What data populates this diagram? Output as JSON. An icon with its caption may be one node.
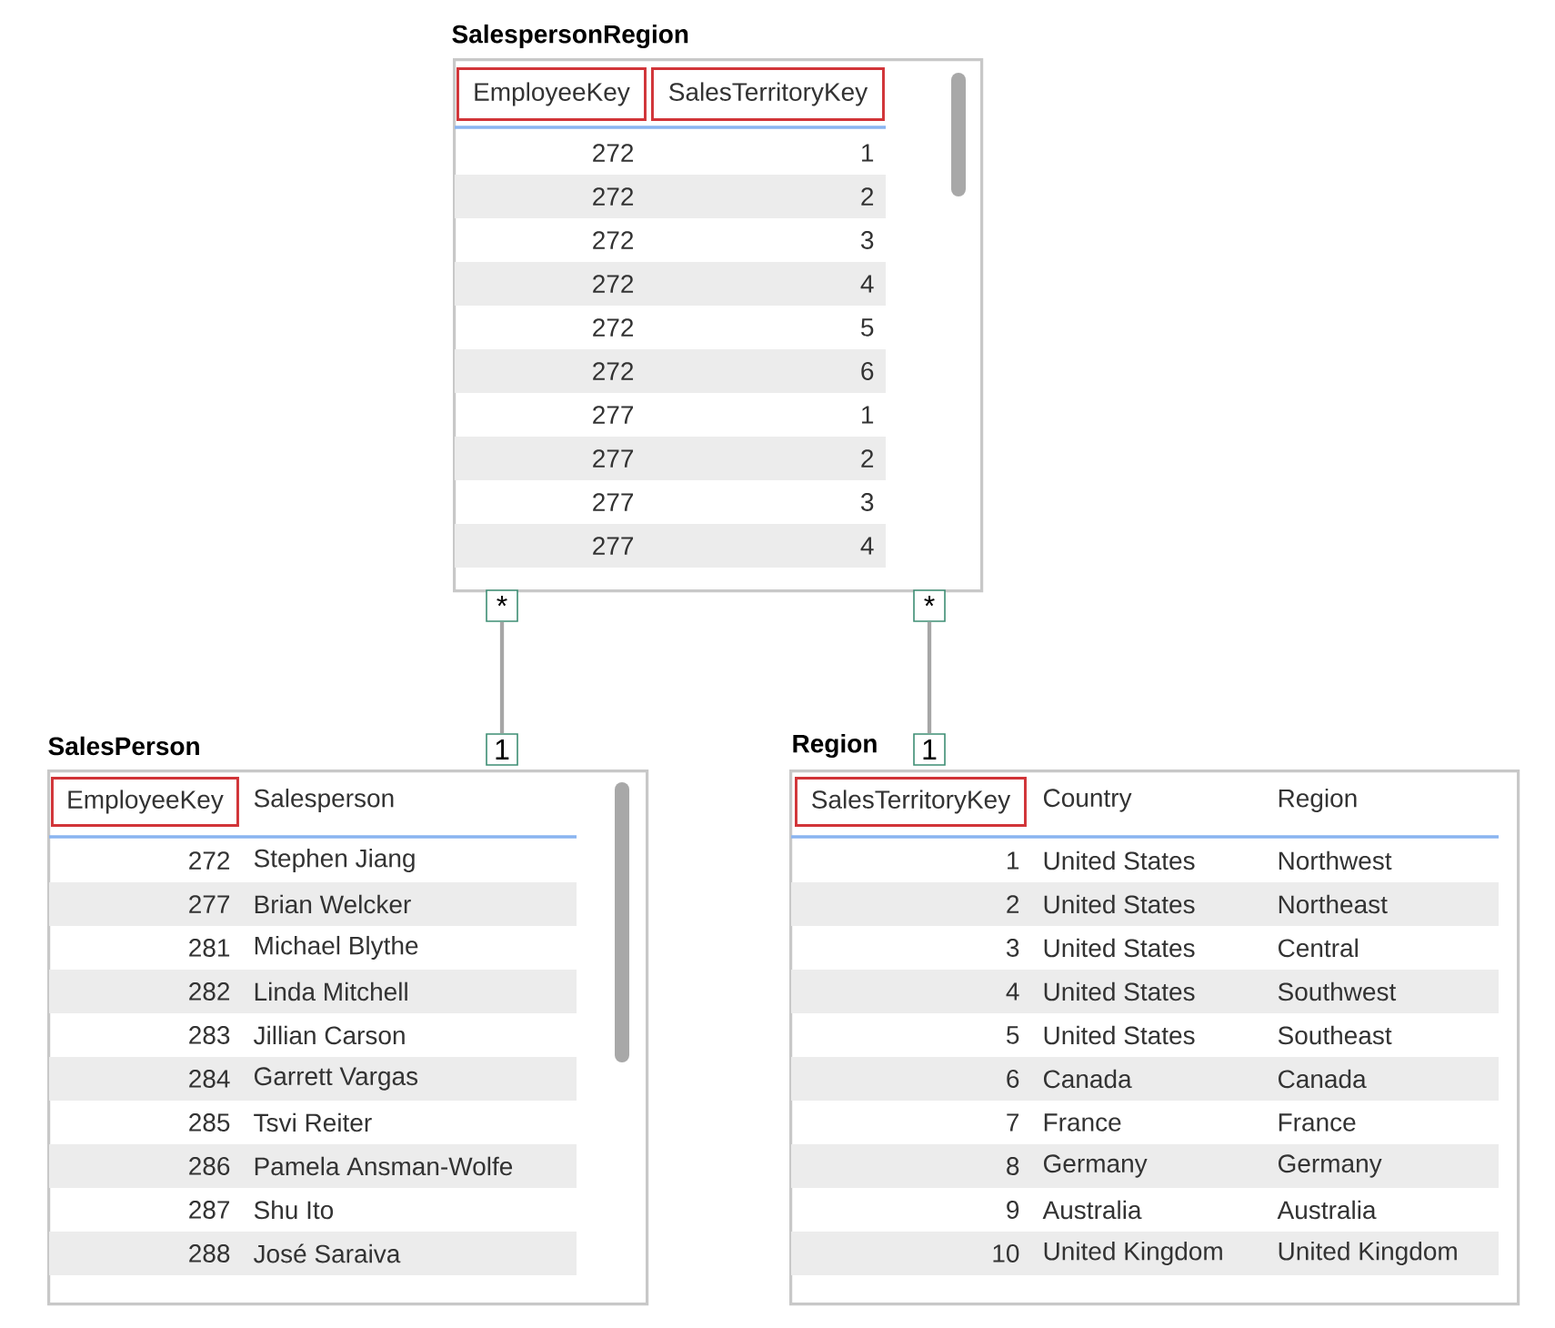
{
  "diagram": {
    "nodes": [
      {
        "text": [
          "SalespersonRegion",
          "272",
          "1",
          "272",
          "2",
          "272",
          "3",
          "272",
          "4",
          "272",
          "5",
          "272",
          "6",
          "277",
          "1",
          "277",
          "2",
          "277",
          "3",
          "277",
          "4"
        ]
      },
      {
        "text": [
          "EmployeeKey"
        ],
        "in": 0
      },
      {
        "text": [
          "SalesTerritoryKey"
        ],
        "in": 0
      },
      {
        "text": [
          "*"
        ]
      },
      {
        "text": [
          "*"
        ]
      },
      {
        "text": [
          "1"
        ]
      },
      {
        "text": [
          "1"
        ]
      },
      {
        "text": [
          "SalesPerson",
          "Salesperson",
          "272",
          "Stephen Jiang",
          "277",
          "Brian Welcker",
          "281",
          "Michael Blythe",
          "282",
          "Linda Mitchell",
          "283",
          "Jillian Carson",
          "284",
          "Garrett Vargas",
          "285",
          "Tsvi Reiter",
          "286",
          "Pamela Ansman-Wolfe",
          "287",
          "Shu Ito",
          "288",
          "José Saraiva"
        ]
      },
      {
        "text": [
          "EmployeeKey"
        ],
        "in": 7
      },
      {
        "text": [
          "Region",
          "Country",
          "Region",
          "1",
          "United States",
          "Northwest",
          "2",
          "United States",
          "Northeast",
          "3",
          "United States",
          "Central",
          "4",
          "United States",
          "Southwest",
          "5",
          "United States",
          "Southeast",
          "6",
          "Canada",
          "Canada",
          "7",
          "France",
          "France",
          "8",
          "Germany",
          "Germany",
          "9",
          "Australia",
          "Australia",
          "10",
          "United Kingdom",
          "United Kingdom"
        ]
      },
      {
        "text": [
          "SalesTerritoryKey"
        ],
        "in": 9
      }
    ],
    "edges": [
      {
        "from": 3,
        "to": 5,
        "arrow": "none"
      },
      {
        "from": 4,
        "to": 6,
        "arrow": "none"
      }
    ]
  }
}
